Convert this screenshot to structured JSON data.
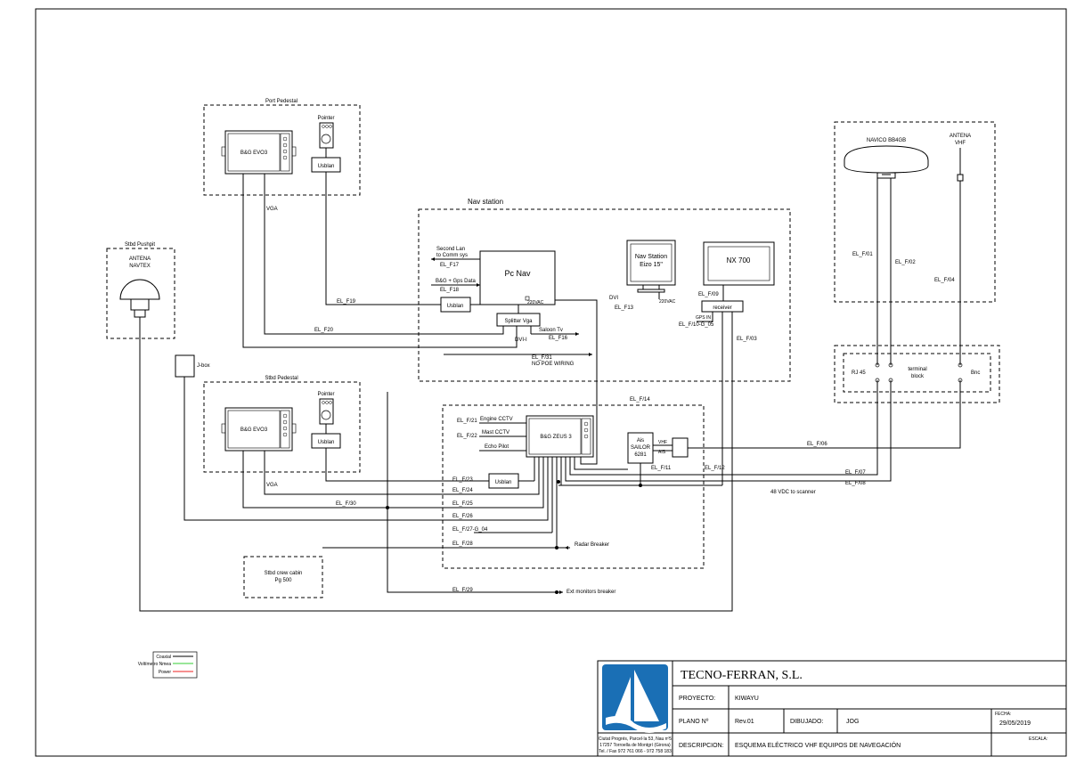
{
  "groups": {
    "port_pedestal": "Port Pedestal",
    "nav_station": "Nav station",
    "stbd_pushpit": "Stbd Pushpit",
    "stbd_pedestal": "Stbd Pedestal"
  },
  "devices": {
    "bg_evo3_port": "B&G EVO3",
    "bg_evo3_stbd": "B&G EVO3",
    "pointer_port": "Pointer",
    "pointer_stbd": "Pointer",
    "usblan": "Usblan",
    "pc_nav": "Pc Nav",
    "splitter_vga": "Splitter Vga",
    "nav_station_monitor": [
      "Nav Station",
      "Eizo 15\""
    ],
    "nx700": "NX 700",
    "receiver": "receiver",
    "navico_radar": "NAVICO BB4GB",
    "antena_vhf": [
      "ANTENA",
      "VHF"
    ],
    "antena_navtex": [
      "ANTENA",
      "NAVTEX"
    ],
    "jbox": "J-box",
    "bg_zeus3": "B&G ZEUS 3",
    "ais_sailor": [
      "Ais",
      "SAILOR",
      "6281"
    ],
    "stbd_crew_cabin": [
      "Stbd crew cabin",
      "Pg 500"
    ],
    "rj45": "RJ 45",
    "terminal_block": [
      "terminal",
      "block"
    ],
    "bnc": "Bnc"
  },
  "labels": {
    "vga": "VGA",
    "second_lan": [
      "Second Lan",
      "to Comm sys"
    ],
    "bg_gps": "B&G + Gps Data",
    "el_f17": "EL_F17",
    "el_f18": "EL_F18",
    "el_f19": "EL_F19",
    "el_f20": "EL_F20",
    "el_f16": "EL_F16",
    "el_f13": "EL_F13",
    "dvi": "DVI",
    "dvi_i": "DVI-I",
    "saloon_tv": "Saloon Tv",
    "v220": "220VAC",
    "el_f09": "EL_F/09",
    "gps_in": "GPS IN",
    "el_f10": "EL_F/10-G_05",
    "el_f03": "EL_F/03",
    "el_f31": "EL_F/31",
    "no_poe": "NO POE WIRING",
    "el_f01": "EL_F/01",
    "el_f02": "EL_F/02",
    "el_f04": "EL_F/04",
    "el_f14": "EL_F/14",
    "el_f21": "EL_F/21",
    "engine_cctv": "Engine CCTV",
    "el_f22": "EL_F/22",
    "mast_cctv": "Mast CCTV",
    "echo_pilot": "Echo Pilot",
    "el_f23": "EL_F/23",
    "el_f24": "EL_F/24",
    "el_f25": "EL_F/25",
    "el_f26": "EL_F/26",
    "el_f27": "EL_F/27-G_04",
    "el_f28": "EL_F/28",
    "el_f29": "EL_F/29",
    "el_f30": "EL_F/30",
    "el_f11": "EL_F/11",
    "el_f12": "EL_F/12",
    "el_f06": "EL_F/06",
    "el_f07": "EL_F/07",
    "el_f08": "EL_F/08",
    "vdc48": "48 VDC to scanner",
    "radar_breaker": "Radar Breaker",
    "ext_monitors": "Ext monitors breaker",
    "vhf_small": "VHF",
    "ais_small": "AIS"
  },
  "legend": {
    "items": [
      "Coaxial",
      "Voltímetro Nmea",
      "Power"
    ],
    "colors": [
      "#000000",
      "#33cc33",
      "#ee2222"
    ]
  },
  "titleblock": {
    "company": "TECNO-FERRAN, S.L.",
    "address": [
      "Ciutat Progrés, Parcel·la 53, Nau nº5",
      "17257 Torroella de Montgrí (Girona)",
      "Tel. / Fax 972 761 066 - 972 758 183"
    ],
    "proyecto_label": "PROYECTO:",
    "proyecto_value": "KIWAYU",
    "plano_label": "PLANO Nº",
    "plano_value": "Rev.01",
    "dibujado_label": "DIBUJADO:",
    "dibujado_value": "JOG",
    "fecha_label": "FECHA:",
    "fecha_value": "29/05/2019",
    "escala_label": "ESCALA:",
    "descripcion_label": "DESCRIPCION:",
    "descripcion_value": "ESQUEMA ELÉCTRICO VHF EQUIPOS DE NAVEGACIÓN"
  }
}
